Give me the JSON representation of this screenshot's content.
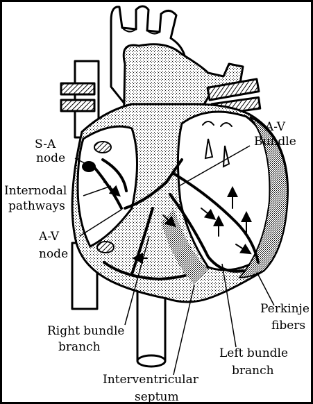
{
  "labels": {
    "sa_node_1": "S-A",
    "sa_node_2": "node",
    "internodal_1": "Internodal",
    "internodal_2": "pathways",
    "av_node_1": "A-V",
    "av_node_2": "node",
    "av_bundle_1": "A-V",
    "av_bundle_2": "Bundle",
    "perkinje_1": "Perkinje",
    "perkinje_2": "fibers",
    "right_bundle_1": "Right bundle",
    "right_bundle_2": "branch",
    "left_bundle_1": "Left bundle",
    "left_bundle_2": "branch",
    "septum_1": "Interventricular",
    "septum_2": "septum"
  }
}
